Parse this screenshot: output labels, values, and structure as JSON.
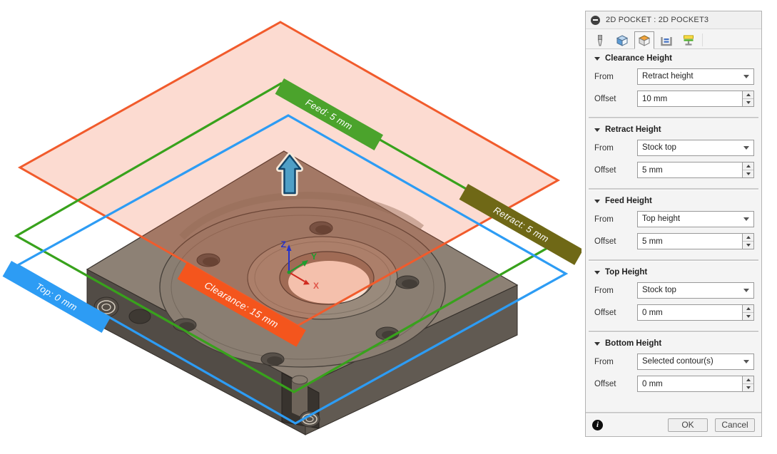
{
  "dialog": {
    "title": "2D POCKET : 2D POCKET3",
    "tabs": [
      {
        "icon": "tool-icon",
        "active": false
      },
      {
        "icon": "geometry-icon",
        "active": false
      },
      {
        "icon": "heights-icon",
        "active": true
      },
      {
        "icon": "passes-icon",
        "active": false
      },
      {
        "icon": "linking-icon",
        "active": false
      }
    ],
    "sections": [
      {
        "title": "Clearance Height",
        "from_label": "From",
        "from_value": "Retract height",
        "offset_label": "Offset",
        "offset_value": "10 mm"
      },
      {
        "title": "Retract Height",
        "from_label": "From",
        "from_value": "Stock top",
        "offset_label": "Offset",
        "offset_value": "5 mm"
      },
      {
        "title": "Feed Height",
        "from_label": "From",
        "from_value": "Top height",
        "offset_label": "Offset",
        "offset_value": "5 mm"
      },
      {
        "title": "Top Height",
        "from_label": "From",
        "from_value": "Stock top",
        "offset_label": "Offset",
        "offset_value": "0 mm"
      },
      {
        "title": "Bottom Height",
        "from_label": "From",
        "from_value": "Selected contour(s)",
        "offset_label": "Offset",
        "offset_value": "0 mm"
      }
    ],
    "footer": {
      "info_glyph": "i",
      "ok_label": "OK",
      "cancel_label": "Cancel"
    }
  },
  "viewport": {
    "labels": [
      {
        "text": "Feed: 5 mm",
        "color": "#4ba32c"
      },
      {
        "text": "Retract: 5 mm",
        "color": "#6f6816"
      },
      {
        "text": "Clearance: 15 mm",
        "color": "#f4551d"
      },
      {
        "text": "Top: 0 mm",
        "color": "#2d9cf4"
      }
    ],
    "planes": [
      {
        "name": "clearance-plane",
        "color": "#f15b2c"
      },
      {
        "name": "feed-retract-plane",
        "color": "#38a21c"
      },
      {
        "name": "top-plane",
        "color": "#2d9cf4"
      }
    ],
    "axes": {
      "x_label": "X",
      "y_label": "Y",
      "z_label": "Z"
    }
  }
}
